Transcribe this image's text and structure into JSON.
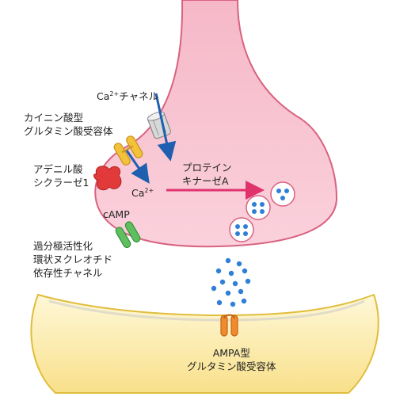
{
  "labels": {
    "ca_channel_text": "Ca",
    "ca_channel_sup": "2+",
    "ca_channel_suffix": "チャネル",
    "kainate_line1": "カイニン酸型",
    "kainate_line2": "グルタミン酸受容体",
    "ac_line1": "アデニル酸",
    "ac_line2": "シクラーゼ1",
    "pka_line1": "プロテイン",
    "pka_line2": "キナーゼA",
    "ca_ion_text": "Ca",
    "ca_ion_sup": "2+",
    "camp": "cAMP",
    "hcn_line1": "過分極活性化",
    "hcn_line2": "環状ヌクレオチド",
    "hcn_line3": "依存性チャネル",
    "ampa_line1": "AMPA型",
    "ampa_line2": "グルタミン酸受容体"
  },
  "colors": {
    "presynaptic_fill": "#f7c6d2",
    "presynaptic_stroke": "#d9627f",
    "postsynaptic_fill": "#fbeaa8",
    "postsynaptic_stroke": "#e0bd3c",
    "vesicle_dot": "#2f7fd6",
    "arrow_blue": "#1f5fb0",
    "arrow_pink": "#e0336e",
    "kainate_receptor": "#f2c33a",
    "adenylyl_cyclase": "#e23a3a",
    "hcn_channel": "#5fbf5f",
    "ampa_receptor": "#f08a2a"
  }
}
